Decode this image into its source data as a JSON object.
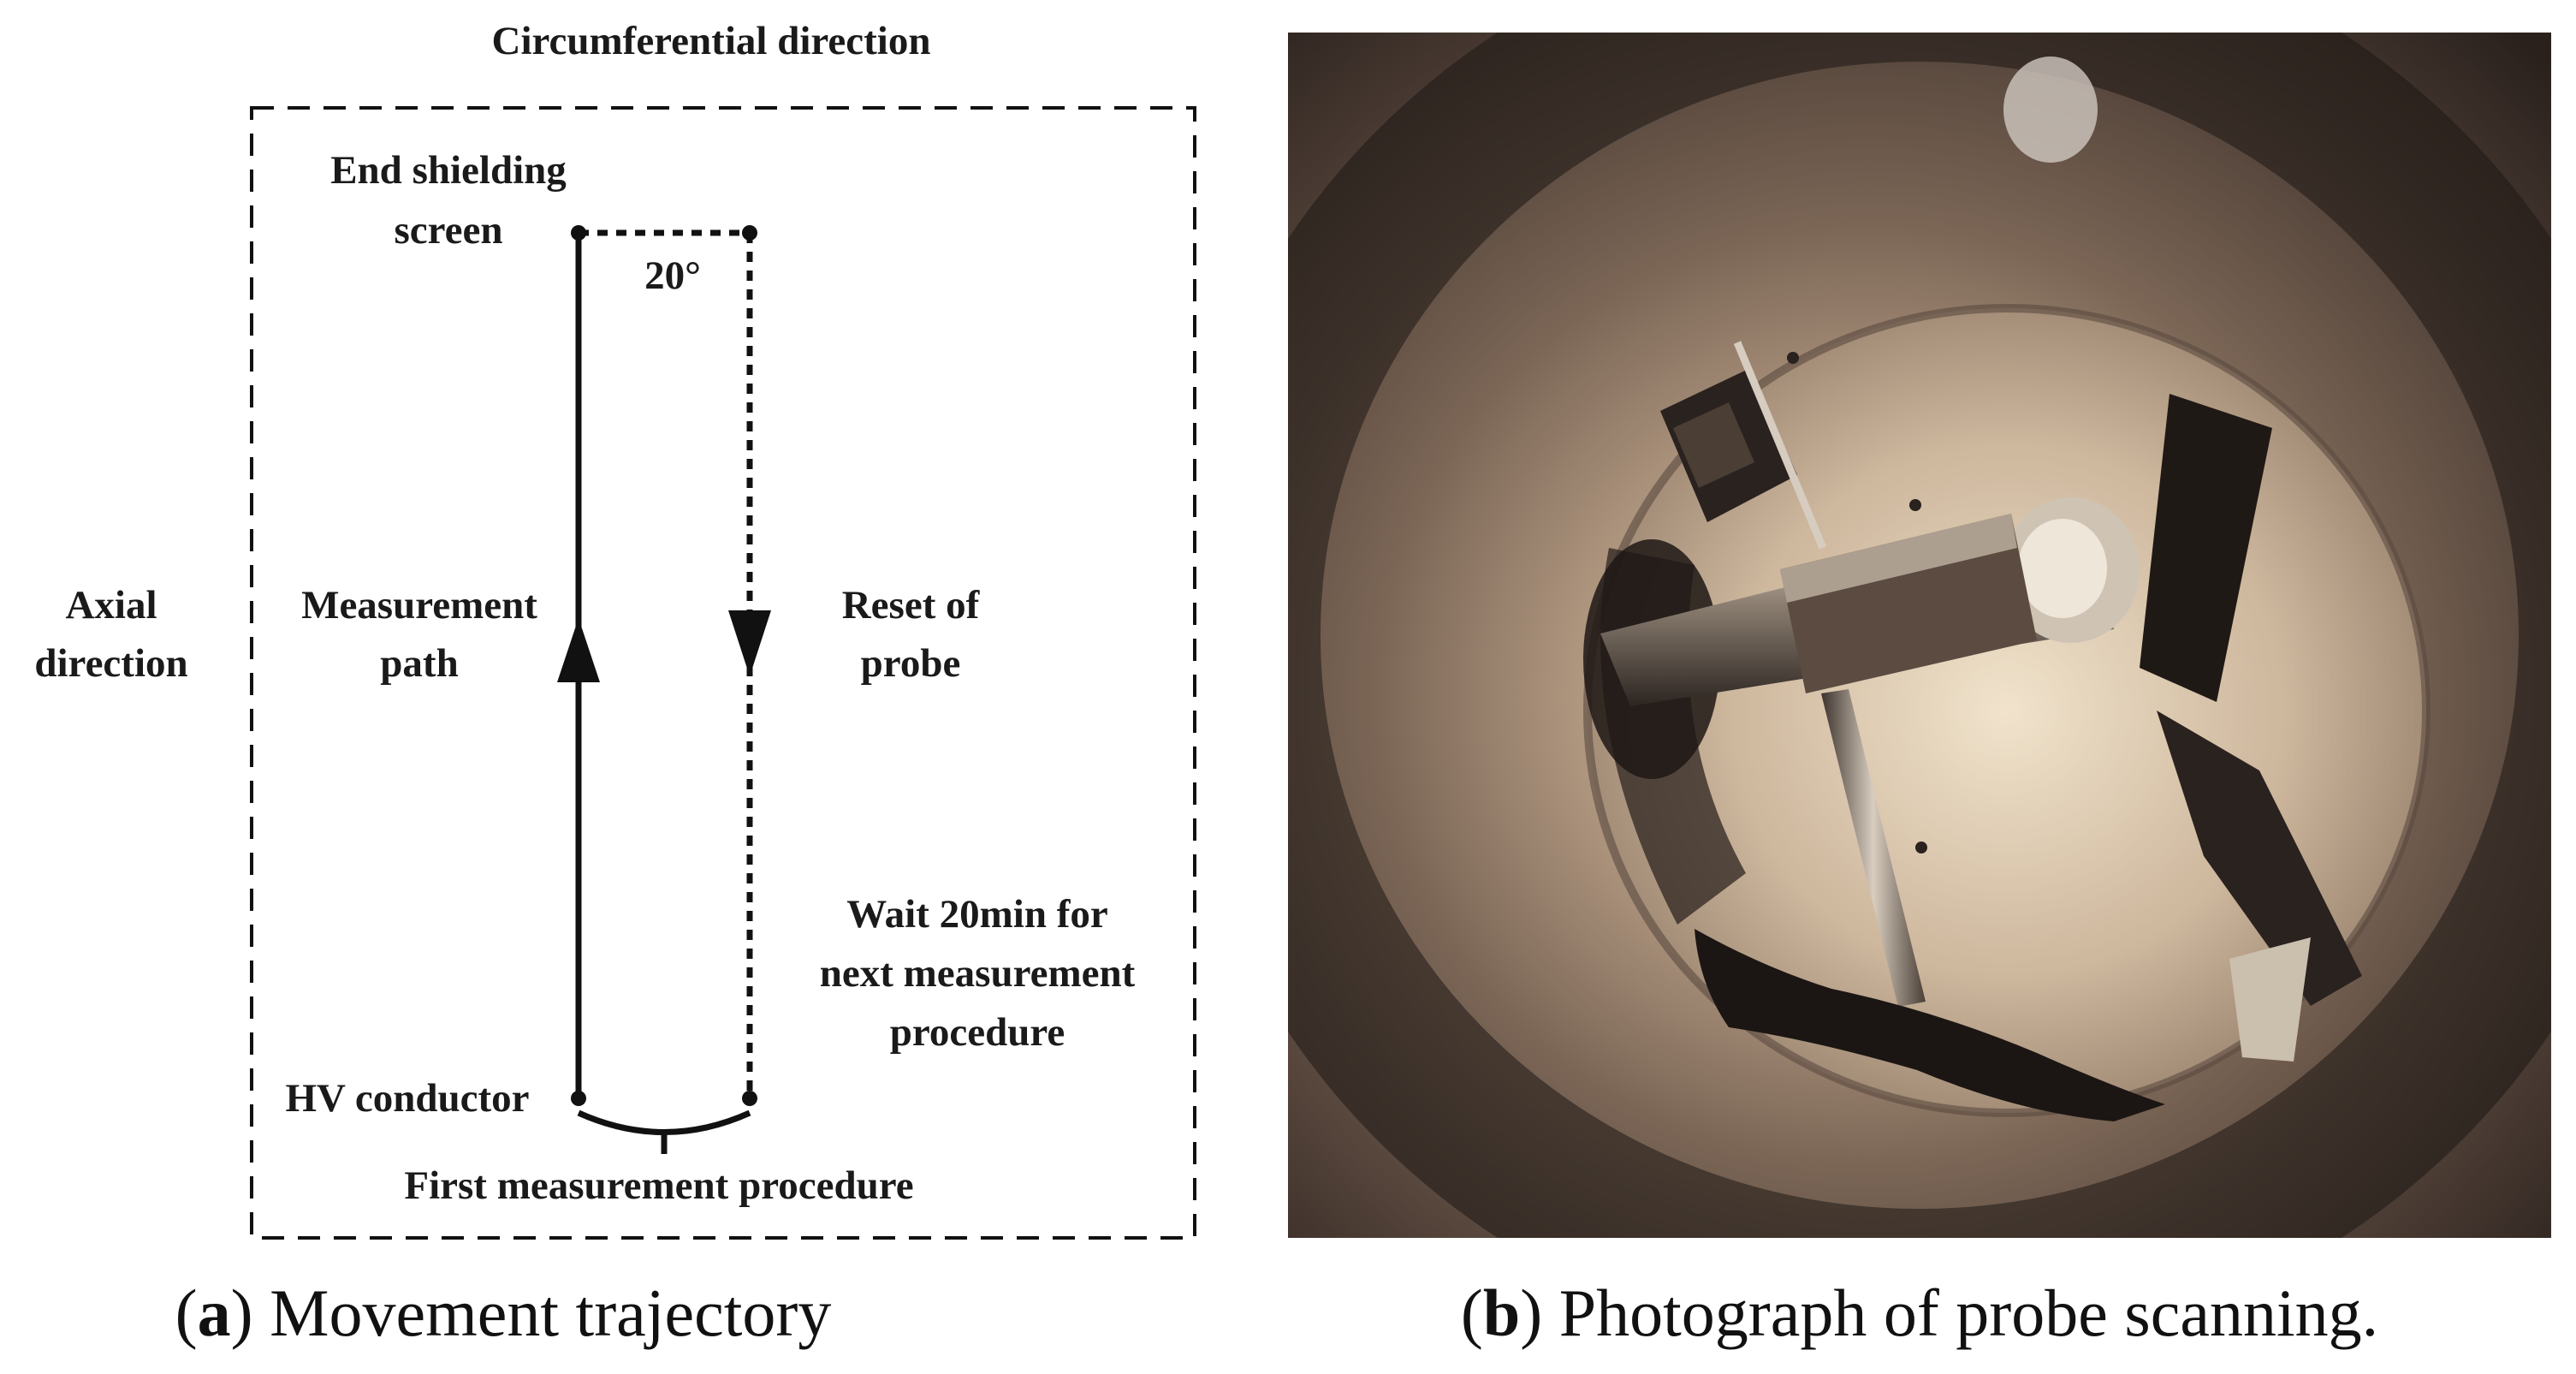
{
  "panel_a": {
    "title": "Circumferential direction",
    "axial_line1": "Axial",
    "axial_line2": "direction",
    "end_shield_line1": "End shielding",
    "end_shield_line2": "screen",
    "angle": "20°",
    "measurement_line1": "Measurement",
    "measurement_line2": "path",
    "reset_line1": "Reset of",
    "reset_line2": "probe",
    "wait_line1": "Wait 20min for",
    "wait_line2": "next measurement",
    "wait_line3": "procedure",
    "hv_conductor": "HV conductor",
    "first_measurement": "First measurement procedure",
    "caption_letter": "a",
    "caption_text": "Movement trajectory"
  },
  "panel_b": {
    "caption_letter": "b",
    "caption_text": "Photograph of probe scanning."
  },
  "colors": {
    "line": "#111111",
    "photo_dark": "#2b2320",
    "photo_mid": "#6e5b4e",
    "photo_light": "#d9c7b0"
  }
}
